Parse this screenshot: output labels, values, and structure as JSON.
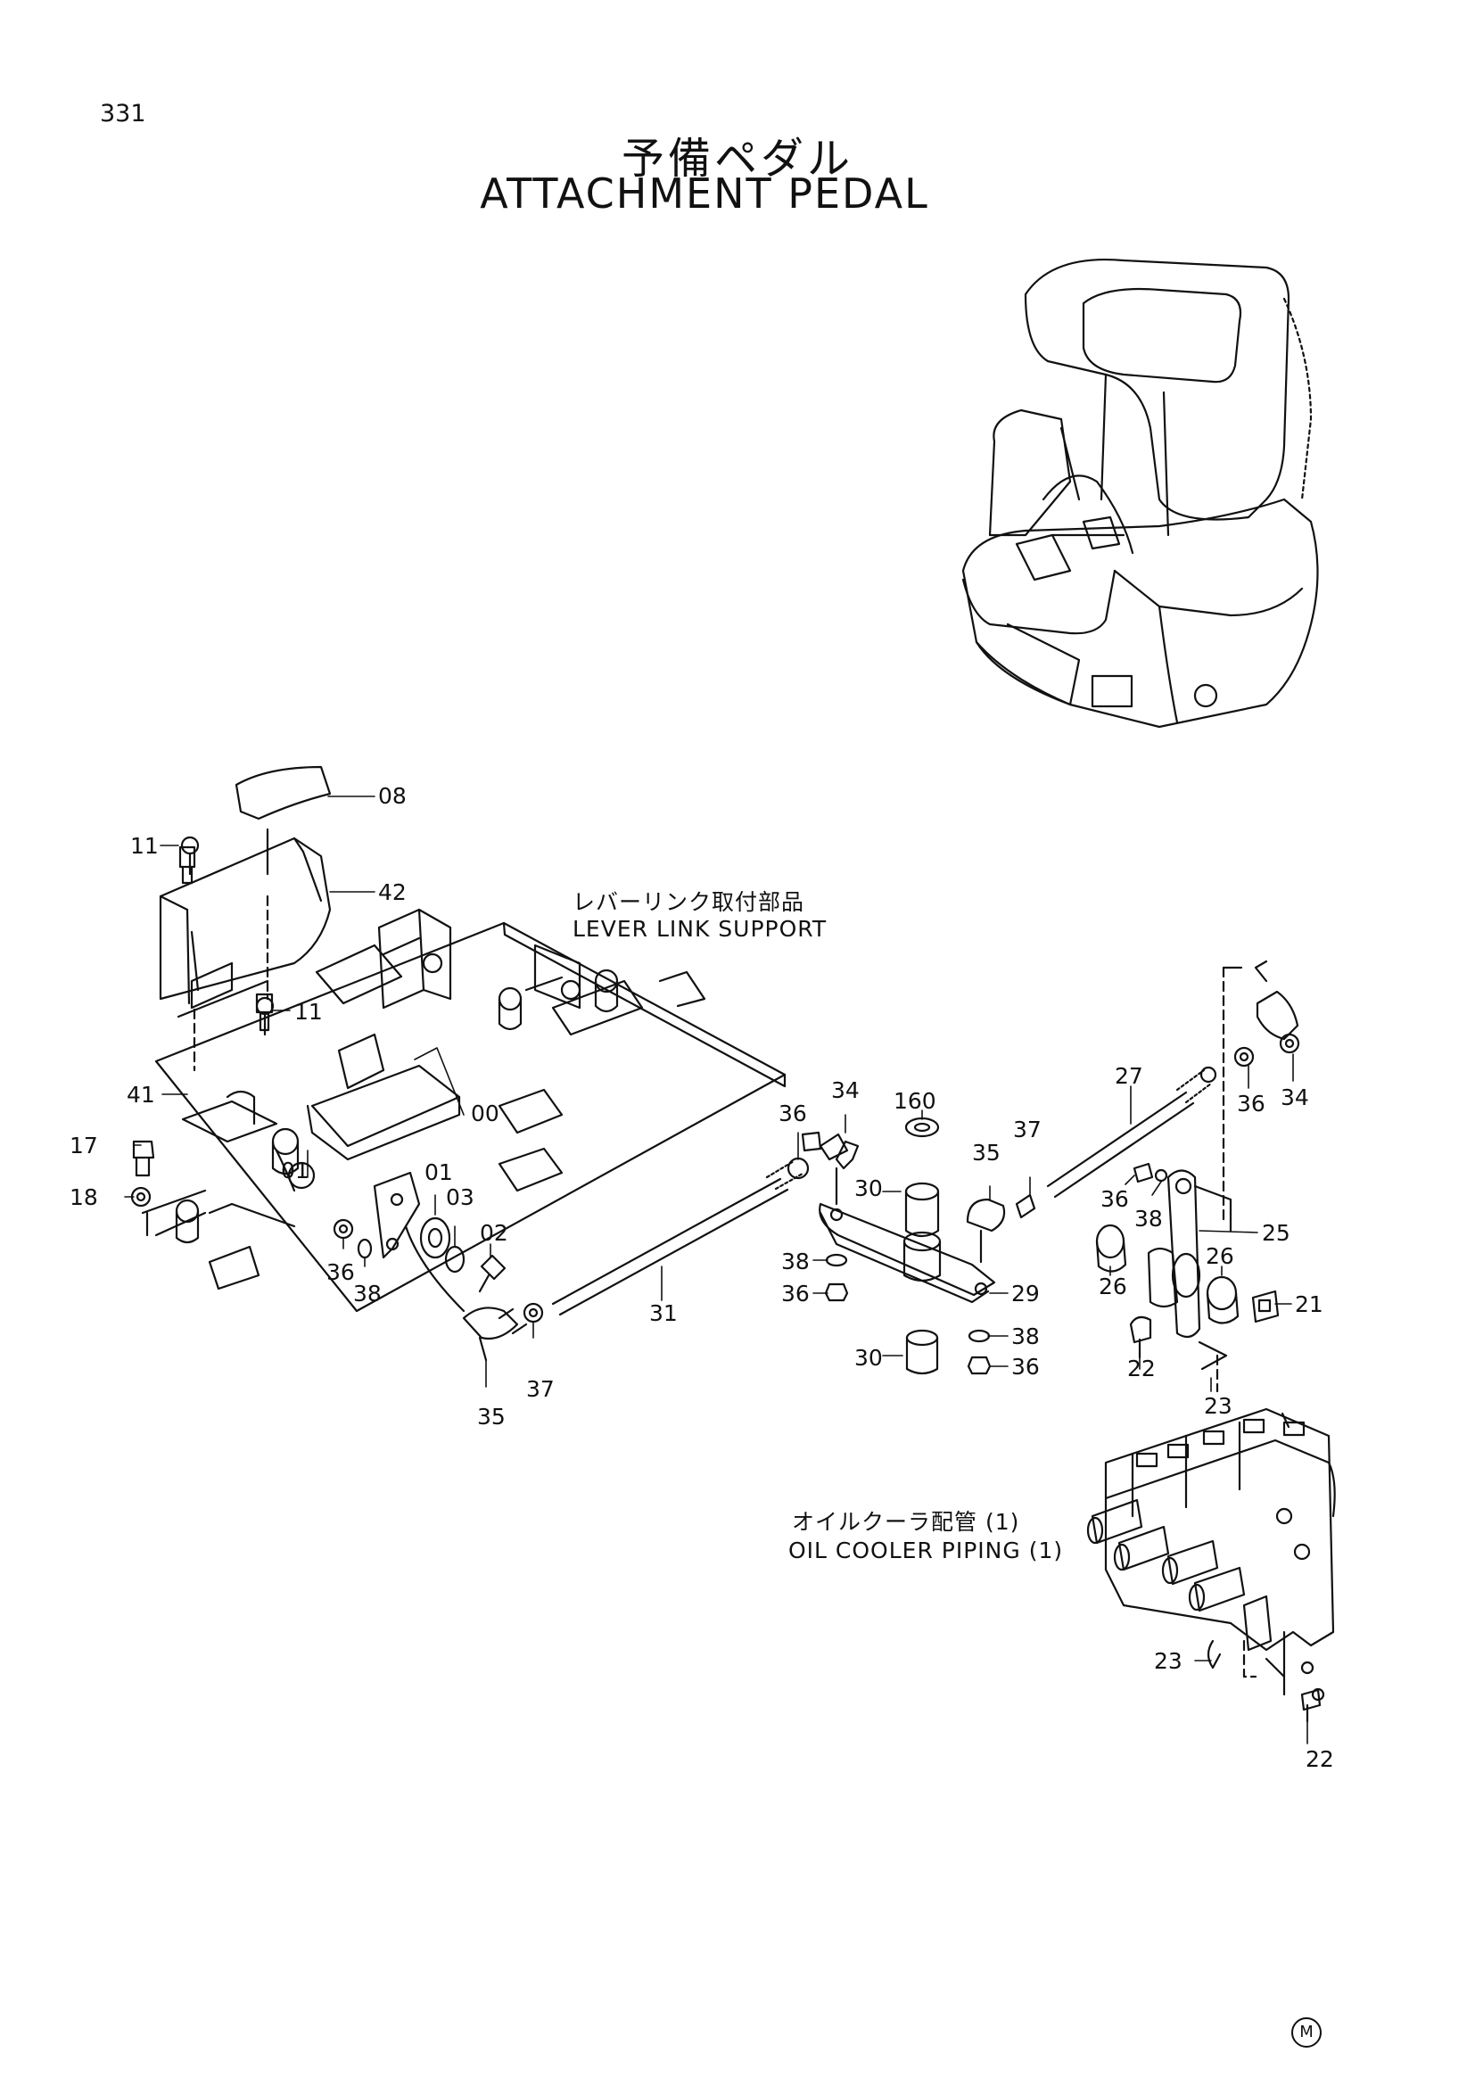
{
  "page_number": "331",
  "title_jp": "予備ペダル",
  "title_en": "ATTACHMENT PEDAL",
  "notes": {
    "lever_link_jp": "レバーリンク取付部品",
    "lever_link_en": "LEVER LINK SUPPORT",
    "oil_cooler_jp": "オイルクーラ配管 (1)",
    "oil_cooler_en": "OIL COOLER PIPING (1)"
  },
  "mark": "M",
  "parts": {
    "p08": "08",
    "p42": "42",
    "p11a": "11",
    "p11b": "11",
    "p41": "41",
    "p17": "17",
    "p18": "18",
    "p00": "00",
    "p01a": "01",
    "p01b": "01",
    "p03": "03",
    "p02": "02",
    "p36a": "36",
    "p38a": "38",
    "p35a": "35",
    "p37a": "37",
    "p31": "31",
    "p36b": "36",
    "p34a": "34",
    "p160": "160",
    "p30a": "30",
    "p35b": "35",
    "p37b": "37",
    "p38b": "38",
    "p36c": "36",
    "p29": "29",
    "p30b": "30",
    "p38c": "38",
    "p36d": "36",
    "p27": "27",
    "p36e": "36",
    "p34b": "34",
    "p36f": "36",
    "p38d": "38",
    "p25": "25",
    "p26a": "26",
    "p26b": "26",
    "p21": "21",
    "p22a": "22",
    "p23a": "23",
    "p23b": "23",
    "p22b": "22"
  }
}
